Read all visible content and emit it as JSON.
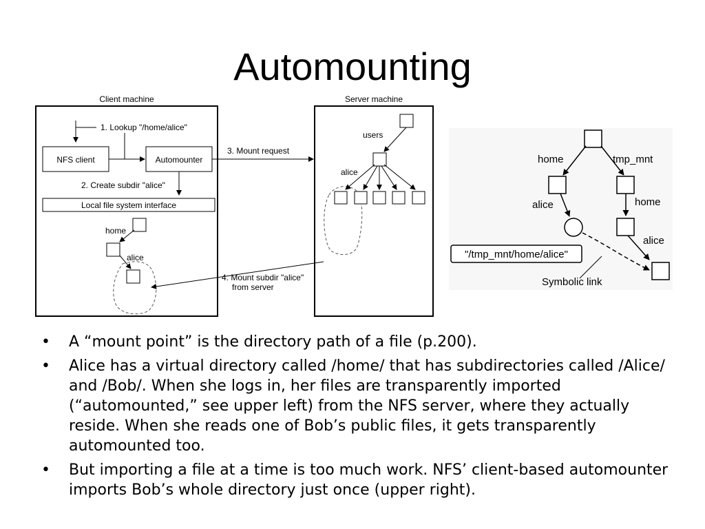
{
  "slide": {
    "title": "Automounting",
    "bullets": [
      "A “mount point” is the directory path of a file (p.200).",
      "Alice has a virtual directory called /home/ that has subdirectories called /Alice/ and /Bob/. When she logs in, her files are transparently imported (“automounted,” see upper left) from the NFS server, where they actually reside. When she reads one of Bob’s public files, it gets transparently automounted too.",
      "But importing a file at a time is too much work. NFS’ client-based automounter imports Bob’s whole directory just once (upper right)."
    ],
    "bullet_glyph": "•"
  },
  "left_diagram": {
    "client_label": "Client machine",
    "server_label": "Server machine",
    "step1": "1. Lookup \"/home/alice\"",
    "nfs_client": "NFS client",
    "automounter": "Automounter",
    "step3": "3. Mount request",
    "step2": "2. Create subdir \"alice\"",
    "local_fs": "Local file system interface",
    "home": "home",
    "alice": "alice",
    "users": "users",
    "server_alice": "alice",
    "step4_line1": "4. Mount subdir \"alice\"",
    "step4_line2": "from server"
  },
  "right_diagram": {
    "home": "home",
    "tmp_mnt": "tmp_mnt",
    "alice_left": "alice",
    "home_right": "home",
    "alice_right": "alice",
    "path": "\"/tmp_mnt/home/alice\"",
    "symlink": "Symbolic link"
  }
}
